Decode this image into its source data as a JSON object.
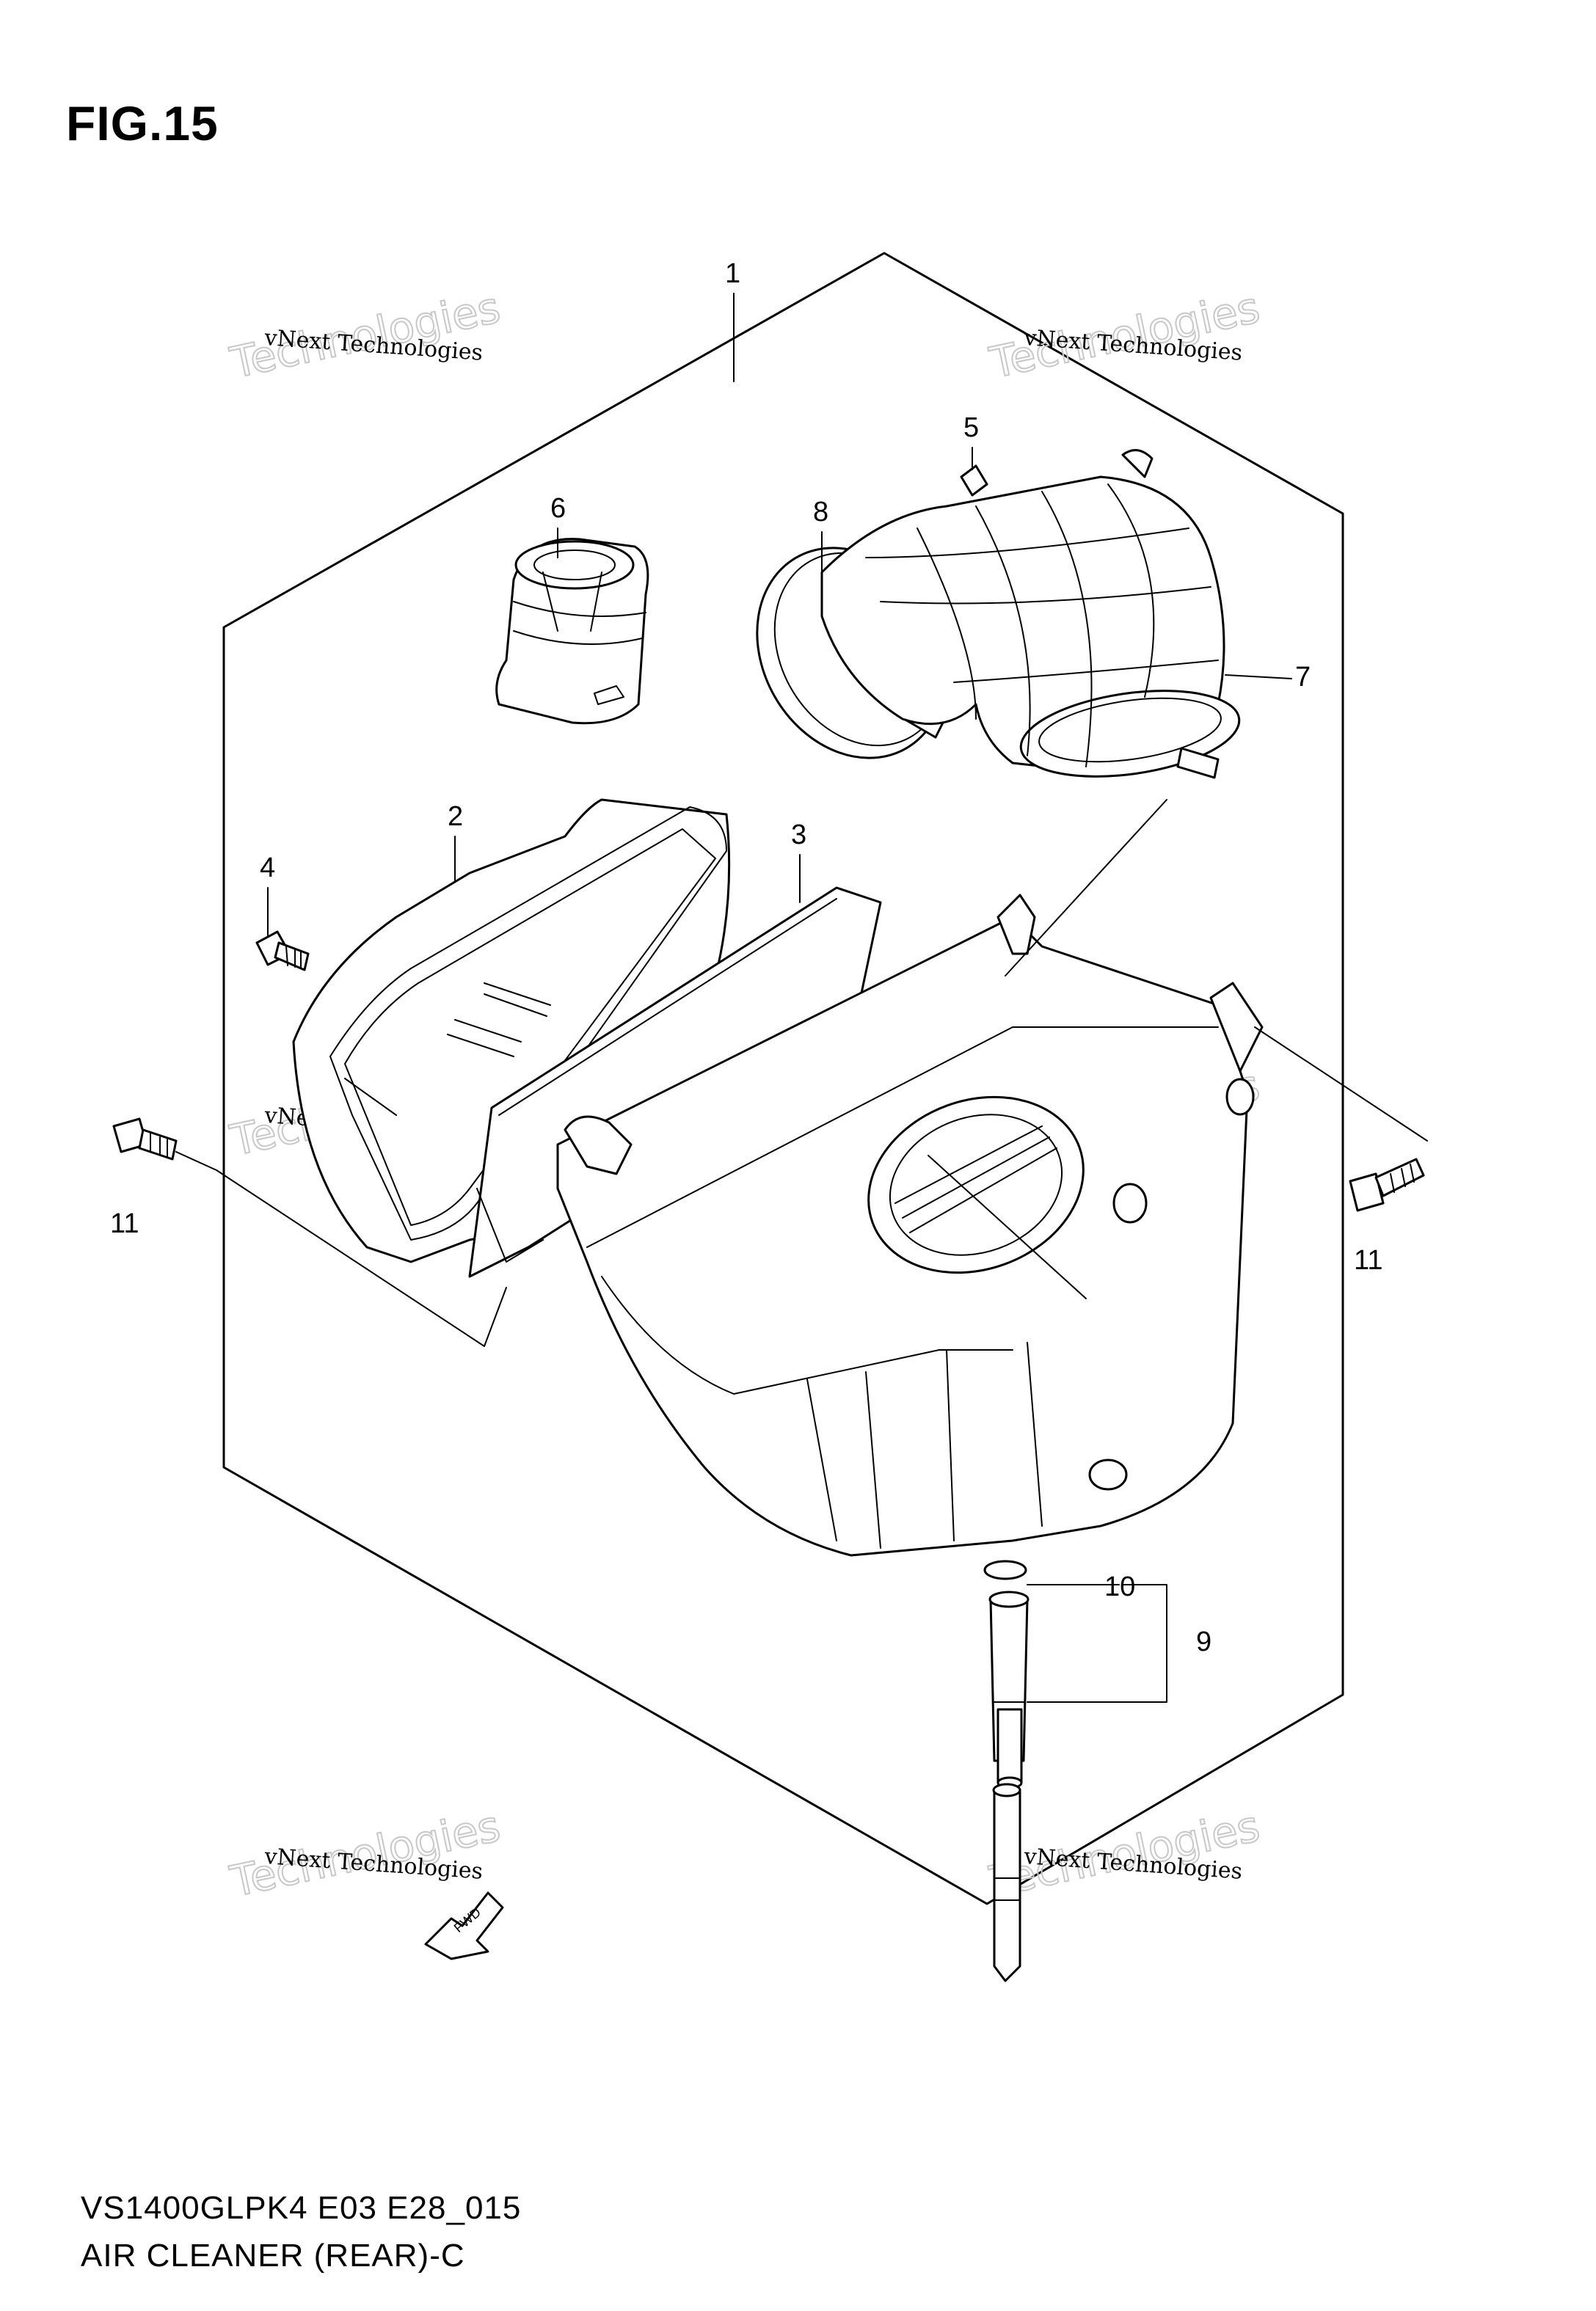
{
  "figure": {
    "title": "FIG.15",
    "model_code": "VS1400GLPK4 E03 E28_015",
    "part_name": "AIR CLEANER (REAR)-C"
  },
  "callouts": {
    "c1": "1",
    "c2": "2",
    "c3": "3",
    "c4": "4",
    "c5": "5",
    "c6": "6",
    "c7": "7",
    "c8": "8",
    "c9": "9",
    "c10": "10",
    "c11a": "11",
    "c11b": "11"
  },
  "fwd_arrow": "FWD",
  "watermarks": [
    {
      "line1": "vNext Technologies",
      "line2": "Technologies"
    },
    {
      "line1": "vNext Technologies",
      "line2": "Technologies"
    },
    {
      "line1": "vNext Technologies",
      "line2": "Technologies"
    },
    {
      "line1": "vNext Technologies",
      "line2": "Technologies"
    },
    {
      "line1": "vNext Technologies",
      "line2": "Technologies"
    },
    {
      "line1": "vNext Technologies",
      "line2": "Technologies"
    }
  ]
}
